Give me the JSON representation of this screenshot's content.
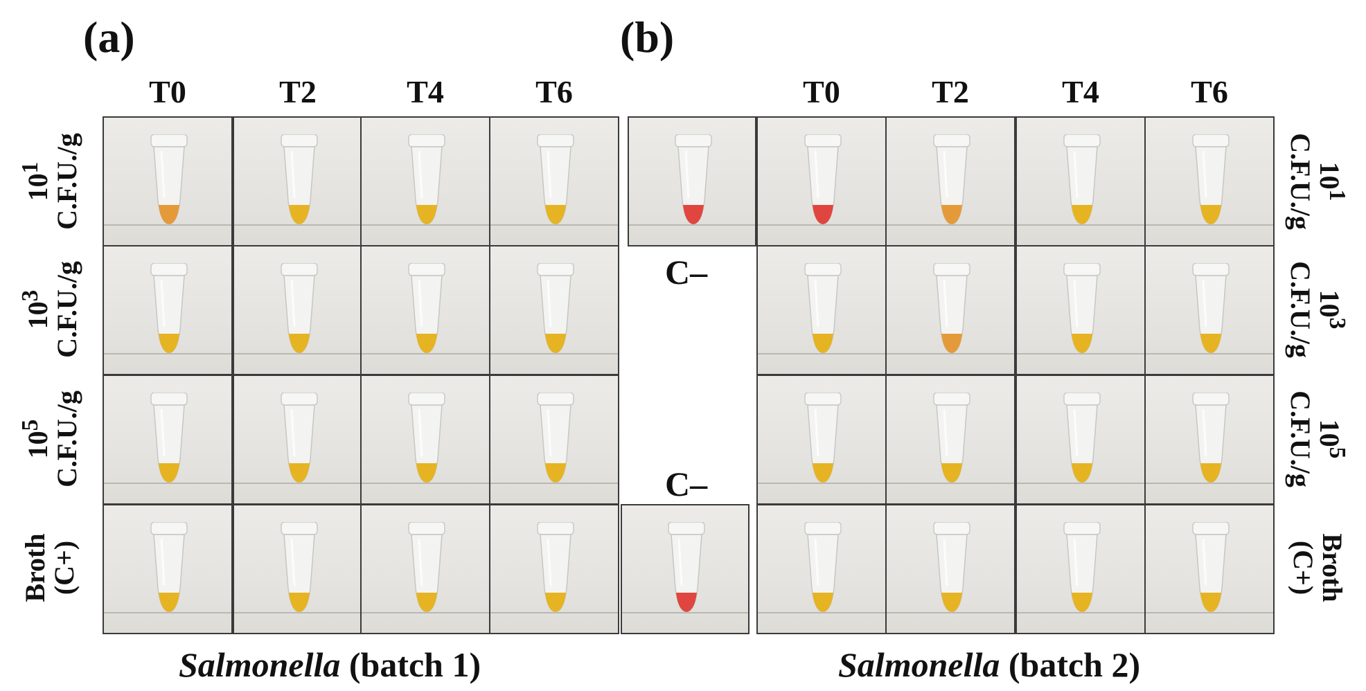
{
  "panels": [
    {
      "letter": "(a)",
      "columns": [
        "T0",
        "T2",
        "T4",
        "T6"
      ],
      "caption_italic": "Salmonella",
      "caption_rest": " (batch 1)"
    },
    {
      "letter": "(b)",
      "columns": [
        "T0",
        "T2",
        "T4",
        "T6"
      ],
      "caption_italic": "Salmonella",
      "caption_rest": " (batch 2)"
    }
  ],
  "rows": [
    {
      "exp": "1",
      "unit": "C.F.U./g"
    },
    {
      "exp": "3",
      "unit": "C.F.U./g"
    },
    {
      "exp": "5",
      "unit": "C.F.U./g"
    },
    {
      "line1": "Broth",
      "line2": "(C+)"
    }
  ],
  "row_base": "10",
  "controls": {
    "negative": "C–"
  },
  "colors": {
    "yellow": "#e6b422",
    "orange": "#e59a3a",
    "red": "#e0463f",
    "border": "#3a3a3a"
  },
  "tube_colors": {
    "batch1": [
      [
        "orange",
        "yellow",
        "yellow",
        "yellow"
      ],
      [
        "yellow",
        "yellow",
        "yellow",
        "yellow"
      ],
      [
        "yellow",
        "yellow",
        "yellow",
        "yellow"
      ],
      [
        "yellow",
        "yellow",
        "yellow",
        "yellow"
      ]
    ],
    "batch2": [
      [
        "red",
        "orange",
        "yellow",
        "yellow"
      ],
      [
        "yellow",
        "orange",
        "yellow",
        "yellow"
      ],
      [
        "yellow",
        "yellow",
        "yellow",
        "yellow"
      ],
      [
        "yellow",
        "yellow",
        "yellow",
        "yellow"
      ]
    ],
    "control_top": "red",
    "control_bottom": "red"
  }
}
